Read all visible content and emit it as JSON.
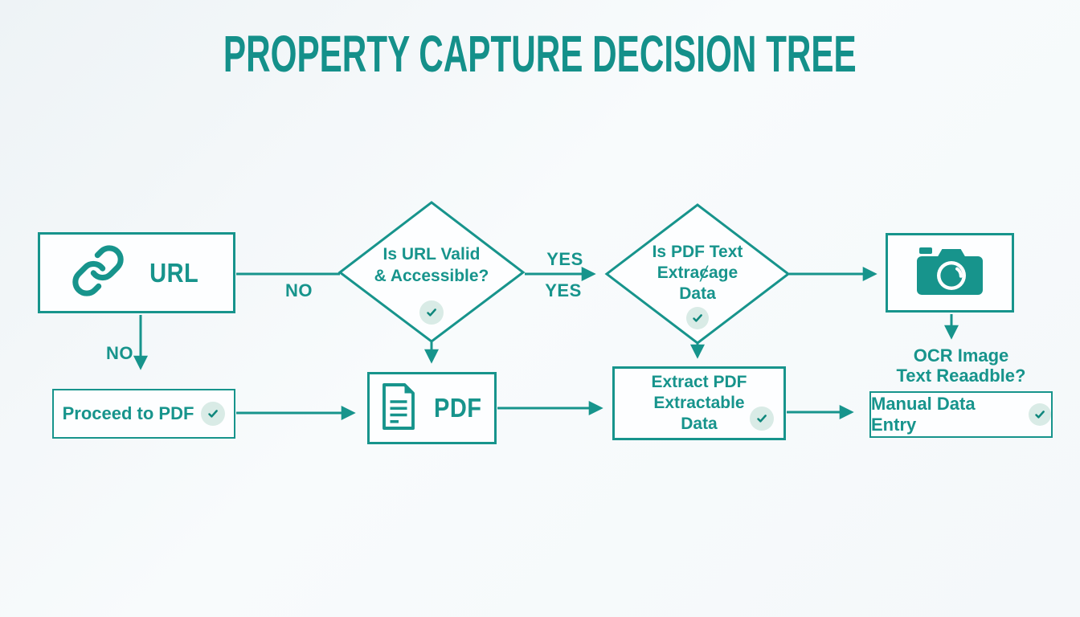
{
  "title": "PROPERTY CAPTURE DECISION TREE",
  "colors": {
    "teal": "#17948C",
    "title_teal": "#14908A",
    "badge_background": "#D9EBE6",
    "check": "#0F877C",
    "box_fill": "#FDFEFF",
    "page_background": "#F5F9FB"
  },
  "nodes": {
    "url": {
      "label": "URL",
      "icon": "link-icon"
    },
    "url_valid_diamond": {
      "line1": "Is URL Valid",
      "line2": "& Accessible?",
      "badge": "check-icon"
    },
    "pdf_text_diamond": {
      "line1": "Is PDF Text",
      "line2": "Extraȼage",
      "line3": "Data",
      "badge": "check-icon"
    },
    "camera": {
      "icon": "camera-icon"
    },
    "ocr_question": {
      "line1": "OCR Image",
      "line2": "Text Reaadble?"
    },
    "proceed_to_pdf": {
      "label": "Proceed to PDF",
      "badge": "check-icon"
    },
    "pdf": {
      "label": "PDF",
      "icon": "pdf-document-icon"
    },
    "extract_pdf": {
      "line1": "Extract PDF",
      "line2": "Extractable",
      "line3": "Data",
      "badge": "check-icon"
    },
    "manual_entry": {
      "label": "Manual Data Entry",
      "badge": "check-icon"
    }
  },
  "edge_labels": {
    "no_right": "NO",
    "no_down": "NO",
    "yes_top": "YES",
    "yes_bottom": "YES"
  }
}
